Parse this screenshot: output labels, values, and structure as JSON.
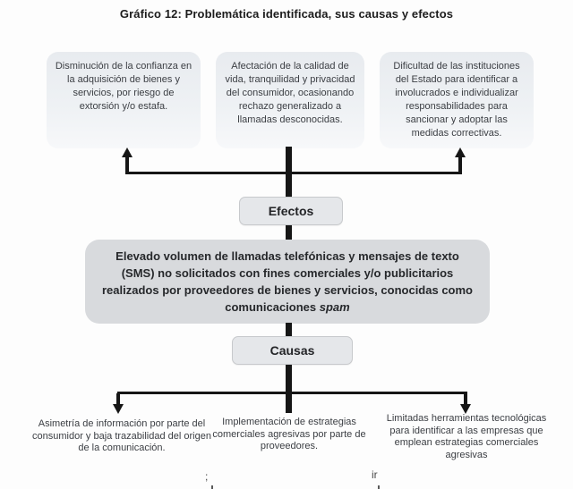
{
  "title": "Gráfico 12: Problemática identificada, sus causas y efectos",
  "effects_label": "Efectos",
  "causes_label": "Causas",
  "effects": [
    "Disminución de la confianza en la adquisición de bienes y servicios, por riesgo de extorsión y/o estafa.",
    "Afectación de la calidad de vida, tranquilidad y privacidad del consumidor, ocasionando rechazo generalizado a llamadas desconocidas.",
    "Dificultad de las instituciones del Estado para identificar a involucrados e individualizar responsabilidades para sancionar y adoptar las medidas correctivas."
  ],
  "central_problem": {
    "text": "Elevado volumen de llamadas telefónicas y mensajes de texto (SMS) no solicitados con fines comerciales y/o publicitarios realizados por proveedores de bienes y servicios, conocidas como comunicaciones",
    "italic_term": "spam"
  },
  "causes": [
    "Asimetría de información por parte del consumidor y baja trazabilidad del origen de la comunicación.",
    "Implementación de estrategias comerciales agresivas por parte de proveedores.",
    "Limitadas herramientas tecnológicas para identificar a las empresas que emplean estrategias comerciales agresivas"
  ],
  "page_artifacts": {
    "left_fragment": ";",
    "right_fragment": "ir"
  },
  "colors": {
    "effect_box_fill": "#eceff2",
    "central_box_fill": "#d8dadd",
    "label_box_fill": "#e5e7ea",
    "label_box_border": "#c7c9cc",
    "line_color": "#161616",
    "text_color": "#3b3e43"
  }
}
